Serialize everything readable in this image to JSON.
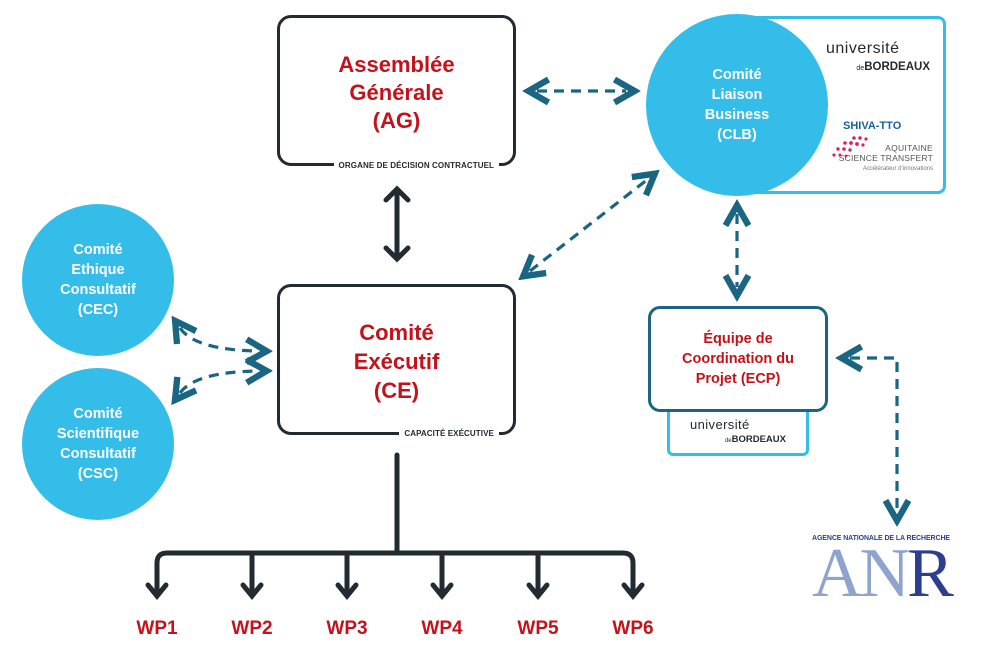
{
  "ag": {
    "title_lines": [
      "Assemblée",
      "Générale",
      "(AG)"
    ],
    "tag": "ORGANE DE DÉCISION CONTRACTUEL"
  },
  "ce": {
    "title_lines": [
      "Comité",
      "Exécutif",
      "(CE)"
    ],
    "tag": "CAPACITÉ EXÉCUTIVE"
  },
  "cec": {
    "lines": [
      "Comité",
      "Ethique",
      "Consultatif",
      "(CEC)"
    ]
  },
  "csc": {
    "lines": [
      "Comité",
      "Scientifique",
      "Consultatif",
      "(CSC)"
    ]
  },
  "clb": {
    "lines": [
      "Comité",
      "Liaison",
      "Business",
      "(CLB)"
    ],
    "logo_ub": {
      "line1": "université",
      "small": "de",
      "line2": "BORDEAUX"
    },
    "shiva": {
      "name": "SHIVA-TTO",
      "line1": "AQUITAINE",
      "line2": "SCIENCE TRANSFERT",
      "line3": "Accélérateur d'innovations"
    }
  },
  "ecp": {
    "lines": [
      "Équipe de",
      "Coordination du",
      "Projet (ECP)"
    ],
    "logo_ub": {
      "line1": "université",
      "small": "de",
      "line2": "BORDEAUX"
    }
  },
  "anr": {
    "caption": "AGENCE NATIONALE DE LA RECHERCHE",
    "letters_an": "AN",
    "letter_r": "R"
  },
  "work_packages": [
    "WP1",
    "WP2",
    "WP3",
    "WP4",
    "WP5",
    "WP6"
  ],
  "colors": {
    "red": "#c4121a",
    "dark": "#222b31",
    "cyan": "#35bdea",
    "teal": "#1a6582",
    "anr_light": "#8fa3cf",
    "anr_dark": "#2b3f8e",
    "shiva_pink": "#d4245e"
  }
}
